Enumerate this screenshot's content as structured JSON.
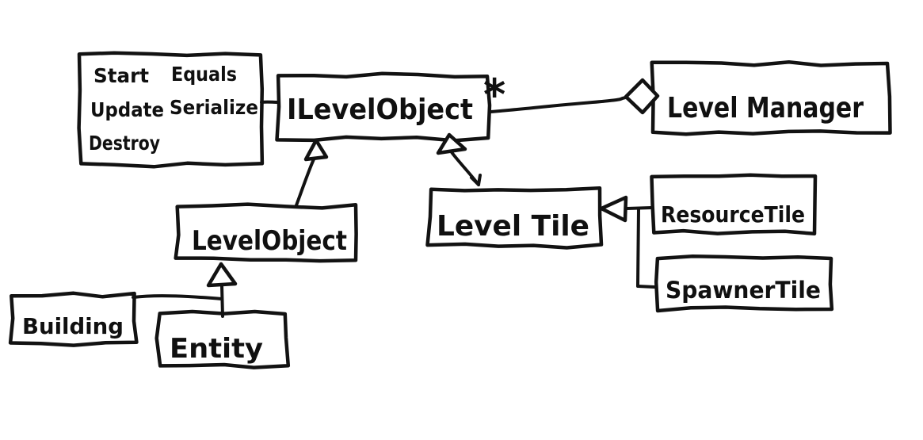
{
  "diagram": {
    "type": "hand-drawn-uml-class-diagram",
    "ink_color": "#121212",
    "background": "#ffffff",
    "methods_note": {
      "column1": [
        "Start",
        "Update",
        "Destroy"
      ],
      "column2": [
        "Equals",
        "Serialize"
      ]
    },
    "nodes": {
      "interface": "ILevelObject",
      "manager": "Level Manager",
      "level_object": "LevelObject",
      "level_tile": "Level Tile",
      "resource_tile": "ResourceTile",
      "spawner_tile": "SpawnerTile",
      "building": "Building",
      "entity": "Entity"
    },
    "multiplicity": "*",
    "relationships": [
      {
        "from": "LevelObject",
        "to": "ILevelObject",
        "type": "realization-open-triangle"
      },
      {
        "from": "Level Tile",
        "to": "ILevelObject",
        "type": "realization-open-triangle"
      },
      {
        "from": "ILevelObject",
        "to": "Level Manager",
        "type": "aggregation-open-diamond",
        "multiplicity": "*"
      },
      {
        "from": "Building",
        "to": "LevelObject",
        "type": "inheritance-open-triangle"
      },
      {
        "from": "Entity",
        "to": "LevelObject",
        "type": "inheritance-open-triangle"
      },
      {
        "from": "ResourceTile",
        "to": "Level Tile",
        "type": "inheritance-open-triangle"
      },
      {
        "from": "SpawnerTile",
        "to": "Level Tile",
        "type": "inheritance-open-triangle"
      },
      {
        "from": "methods-note",
        "to": "ILevelObject",
        "type": "note-attachment"
      }
    ]
  }
}
